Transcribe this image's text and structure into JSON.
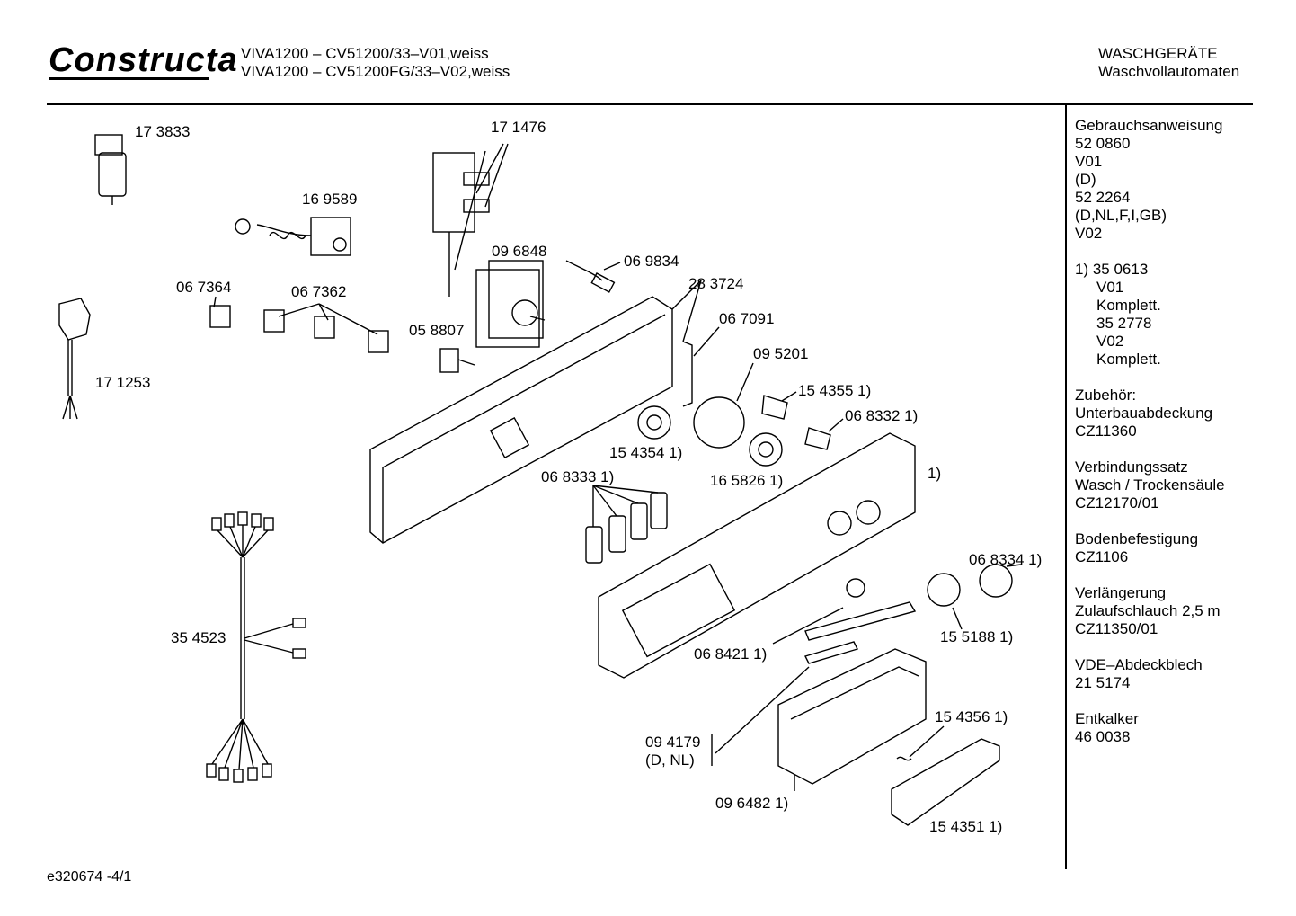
{
  "header": {
    "brand": "Constructa",
    "model_line_1": "VIVA1200 – CV51200/33–V01,weiss",
    "model_line_2": "VIVA1200 – CV51200FG/33–V02,weiss",
    "category_1": "WASCHGERÄTE",
    "category_2": "Waschvollautomaten"
  },
  "part_labels": [
    "17 3833",
    "17 1476",
    "16 9589",
    "09 6848",
    "06 9834",
    "06 7364",
    "06 7362",
    "28 3724",
    "06 7091",
    "17 1253",
    "05 8807",
    "09 5201",
    "15 4355  1)",
    "06 8332  1)",
    "15 4354 1)",
    "16 5826 1)",
    "1)",
    "06 8333 1)",
    "06 8334 1)",
    "35 4523",
    "15 5188 1)",
    "06 8421 1)",
    "15 4356 1)",
    "09 4179",
    "(D, NL)",
    "09 6482 1)",
    "15 4351 1)"
  ],
  "sidebar": {
    "blocks": [
      [
        "Gebrauchsanweisung",
        "52 0860",
        "V01",
        "(D)",
        "52 2264",
        "(D,NL,F,I,GB)",
        "V02"
      ],
      [
        "1)  35 0613",
        "V01",
        "Komplett.",
        "35 2778",
        "V02",
        "Komplett."
      ],
      [
        "Zubehör:",
        "Unterbauabdeckung",
        "CZ11360"
      ],
      [
        "Verbindungssatz",
        "Wasch / Trockensäule",
        "CZ12170/01"
      ],
      [
        "Bodenbefestigung",
        "CZ1106"
      ],
      [
        "Verlängerung",
        "Zulaufschlauch 2,5 m",
        "CZ11350/01"
      ],
      [
        "VDE–Abdeckblech",
        "21 5174"
      ],
      [
        "Entkalker",
        "46 0038"
      ]
    ]
  },
  "footer": {
    "doc_id": "e320674   -4/1"
  }
}
